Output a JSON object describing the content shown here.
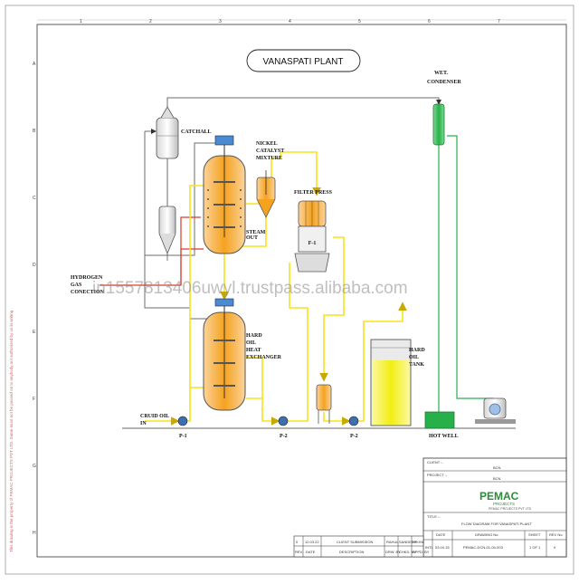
{
  "title": "VANASPATI PLANT",
  "grid_columns": [
    "1",
    "2",
    "3",
    "4",
    "5",
    "6",
    "7"
  ],
  "grid_rows": [
    "A",
    "B",
    "C",
    "D",
    "E",
    "F",
    "G",
    "H"
  ],
  "equipment": {
    "catchall": "CATCHALL",
    "nickel": [
      "NICKEL",
      "CATALYST",
      "MIXTURE"
    ],
    "steam_out": [
      "STEAM",
      "OUT"
    ],
    "filter_press": "FILTER PRESS",
    "filter_tag": "F-1",
    "wet_condenser": [
      "WET.",
      "CONDENSER"
    ],
    "hydrogen": [
      "HYDROGEN",
      "GAS",
      "CONECTION"
    ],
    "heat_exchanger": [
      "HARD",
      "OIL",
      "HEAT",
      "EXCHANGER"
    ],
    "hard_oil_tank": [
      "HARD",
      "OIL",
      "TANK"
    ],
    "crude_oil": [
      "CRUID OIL",
      "IN"
    ],
    "hot_well": "HOT WELL",
    "pumps": [
      "P-1",
      "P-2",
      "P-2"
    ]
  },
  "watermark": "in1557813406uwyl.trustpass.alibaba.com",
  "side_note": "This drawing is the property of PEMAC PROJECTS PVT LTD. Same must not be passed on to anybody not authorized by us in writing",
  "title_block": {
    "client_label": "CLIENT :-",
    "client_value": "BCN",
    "project_label": "PROJECT :-",
    "project_value": "BCN",
    "logo": "PEMAC",
    "logo_sub": "PROJECTS",
    "company": "PEMAC PROJECTS PVT LTD",
    "title_label": "TITLE :-",
    "title_value": "FLOW DIAGRAM FOR VANASPATI PLANT",
    "col_date": "DATE",
    "col_drawing": "DRAWING No.",
    "col_sheet": "SHEET",
    "col_rev": "REV No.",
    "date_value": "03.04.15",
    "drawing_value": "PEMAC-DCN-01-04-003",
    "sheet_value": "1 OF 1",
    "rev_value": "0",
    "row_label": "INTL",
    "rev_rows": [
      {
        "no": "0",
        "date": "12.03.22",
        "desc": "CLIENT SUBMISSION",
        "drawn": "RAHUL",
        "checked": "SANDEEP",
        "approved": "NIKHIL"
      },
      {
        "no": "REV.",
        "date": "DATE",
        "desc": "DESCRIPTION",
        "drawn": "DRW. BY",
        "checked": "CHKD. BY",
        "approved": "APPD. BY"
      }
    ]
  },
  "colors": {
    "vessel": "#f5a21f",
    "tank": "#f2ee12",
    "condenser": "#27b04a",
    "pipe_yellow": "#f7e21c",
    "pipe_red": "#d93b2a",
    "pipe_gray": "#6e6e6e"
  }
}
